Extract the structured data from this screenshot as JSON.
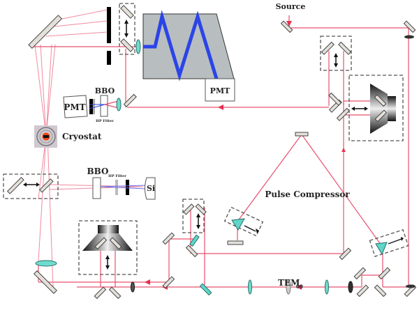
{
  "diagram": {
    "type": "optical-setup-schematic",
    "labels": {
      "source": "Source",
      "cryostat": "Cryostat",
      "bbo_top": "BBO",
      "bbo_bottom": "BBO",
      "hp_filter_top": "HP Filter",
      "hp_filter_bottom": "HP Filter",
      "pmt_left": "PMT",
      "pmt_spectrometer": "PMT",
      "si_detector": "Si",
      "pulse_compressor": "Pulse Compressor",
      "tem": "TEM",
      "tem_sub": "00"
    },
    "colors": {
      "beam": "#e8506e",
      "uv_beam": "#2b44e8",
      "optic": "#5fd6c8",
      "mirror": "#e4e0da",
      "spectrometer": "#b8bec0",
      "cryostat_core": "#f04a10"
    }
  }
}
